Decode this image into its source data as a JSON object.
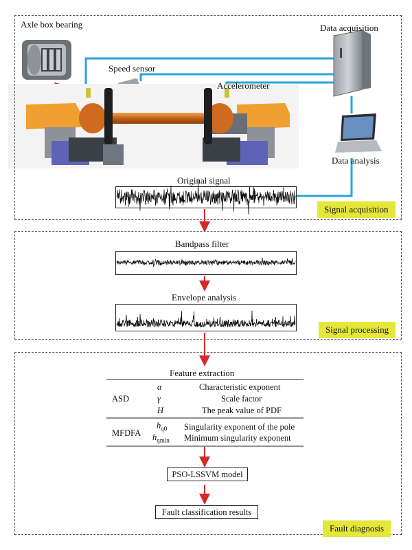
{
  "acquisition": {
    "axle_box_bearing": "Axle box bearing",
    "data_acquisition": "Data acquisition",
    "speed_sensor": "Speed sensor",
    "accelerometer": "Accelerometer",
    "data_analysis": "Data analysis",
    "original_signal": "Original signal",
    "tag": "Signal acquisition"
  },
  "processing": {
    "bandpass_filter": "Bandpass filter",
    "envelope_analysis": "Envelope analysis",
    "tag": "Signal processing"
  },
  "diagnosis": {
    "feature_extraction": "Feature extraction",
    "asd": "ASD",
    "mfdfa": "MFDFA",
    "rows": [
      {
        "symbol": "α",
        "desc": "Characteristic exponent"
      },
      {
        "symbol": "γ",
        "desc": "Scale factor"
      },
      {
        "symbol": "H",
        "desc": "The peak value of PDF"
      },
      {
        "symbol_main": "h",
        "symbol_sub": "q0",
        "desc": "Singularity exponent of the pole"
      },
      {
        "symbol_main": "h",
        "symbol_sub": "qmin",
        "desc": "Minimum singularity exponent"
      }
    ],
    "model": "PSO-LSSVM model",
    "results": "Fault classification results",
    "tag": "Fault diagnosis"
  },
  "colors": {
    "cable": "#29a3d8",
    "arrow": "#d42a26",
    "tag_bg": "#e4e63a",
    "axle": "#d9731a"
  }
}
